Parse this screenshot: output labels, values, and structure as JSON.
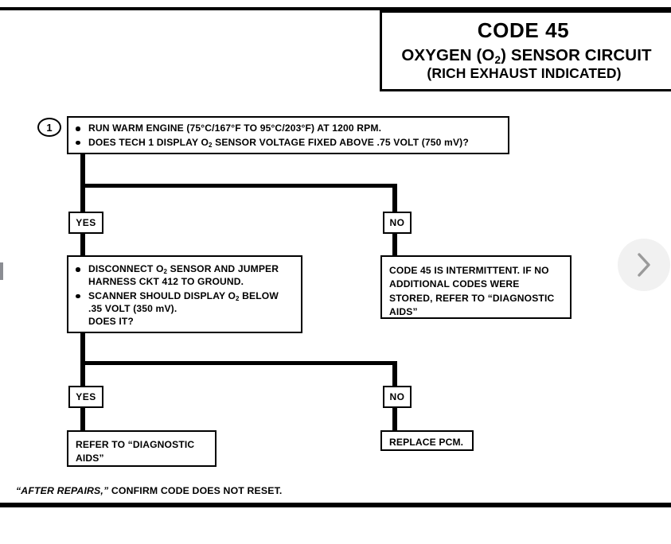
{
  "document": {
    "title_code": "CODE 45",
    "title_line1_pre": "OXYGEN (O",
    "title_line1_sub": "2",
    "title_line1_post": ") SENSOR CIRCUIT",
    "title_line2": "(RICH EXHAUST INDICATED)"
  },
  "flowchart": {
    "step1": {
      "marker": "1",
      "bullets": [
        "RUN WARM ENGINE (75°C/167°F TO 95°C/203°F) AT 1200 RPM.",
        "DOES TECH 1 DISPLAY O2 SENSOR  VOLTAGE FIXED ABOVE .75 VOLT (750 mV)?"
      ],
      "bullet2_parts": {
        "pre": "DOES TECH 1 DISPLAY O",
        "sub": "2",
        "post": " SENSOR  VOLTAGE FIXED ABOVE .75 VOLT (750 mV)?"
      }
    },
    "branch1": {
      "yes_label": "YES",
      "no_label": "NO"
    },
    "step2": {
      "bullet1_parts": {
        "pre": "DISCONNECT O",
        "sub": "2",
        "post": " SENSOR AND JUMPER HARNESS CKT 412 TO GROUND."
      },
      "bullet2_parts": {
        "pre": "SCANNER SHOULD DISPLAY O",
        "sub": "2",
        "post": " BELOW .35 VOLT (350 mV).",
        "tail": "DOES IT?"
      }
    },
    "intermittent_box": {
      "line1": "CODE 45 IS INTERMITTENT.  IF NO",
      "line2": "ADDITIONAL CODES WERE",
      "line3": "STORED, REFER TO “DIAGNOSTIC",
      "line4": "AIDS”"
    },
    "branch2": {
      "yes_label": "YES",
      "no_label": "NO"
    },
    "result_yes": {
      "line1": "REFER TO “DIAGNOSTIC",
      "line2": "AIDS”"
    },
    "result_no": {
      "line1": "REPLACE PCM."
    }
  },
  "footer": {
    "emphasis": "“AFTER REPAIRS,”",
    "rest": " CONFIRM CODE DOES NOT RESET."
  },
  "viewer": {
    "next_icon": "chevron-right-icon"
  },
  "colors": {
    "ink": "#000000",
    "paper": "#ffffff",
    "nav_bg": "#f1f1f1",
    "nav_chevron": "#9a9a9a"
  }
}
